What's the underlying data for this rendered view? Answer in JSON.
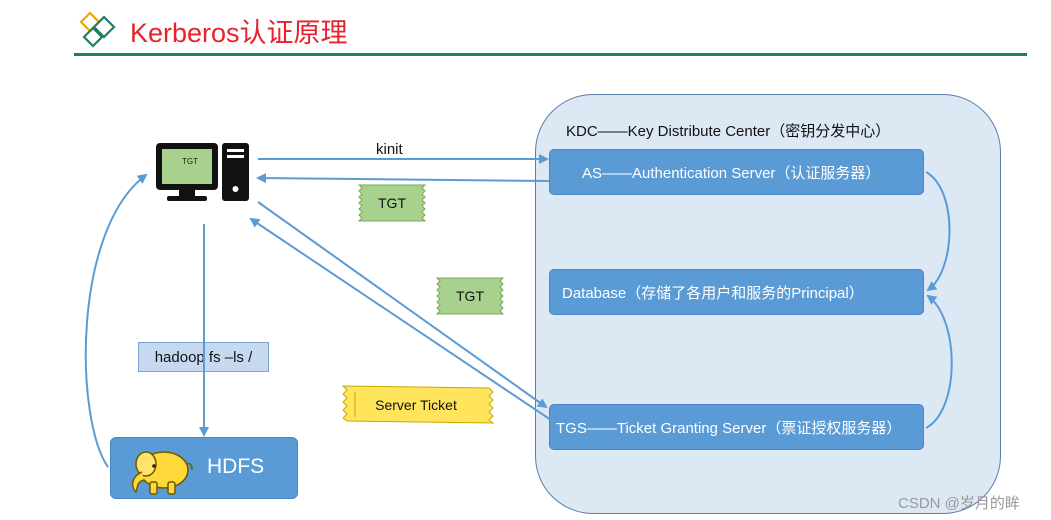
{
  "header": {
    "title": "Kerberos认证原理",
    "logo_icon": "diamond-logo-icon"
  },
  "kdc": {
    "label": "KDC——Key Distribute Center（密钥分发中心）",
    "as_label": "AS——Authentication Server（认证服务器）",
    "database_label": "Database（存储了各用户和服务的Principal）",
    "tgs_label": "TGS——Ticket Granting Server（票证授权服务器）"
  },
  "client": {
    "icon": "desktop-computer-icon",
    "screen_label": "TGT"
  },
  "flows": {
    "kinit_label": "kinit",
    "tgt_ticket_1": "TGT",
    "tgt_ticket_2": "TGT",
    "server_ticket": "Server Ticket",
    "command_label": "hadoop fs –ls /"
  },
  "hdfs": {
    "label": "HDFS",
    "icon": "hadoop-elephant-icon"
  },
  "watermark": "CSDN @岁月的眸",
  "colors": {
    "title_red": "#e8222d",
    "rule_green": "#1e7d63",
    "box_blue": "#5b9bd5",
    "kdc_fill": "#dde8f5",
    "ticket_green": "#a9d18e",
    "ticket_yellow": "#ffe45c",
    "arrow_blue": "#5b9bd5"
  }
}
